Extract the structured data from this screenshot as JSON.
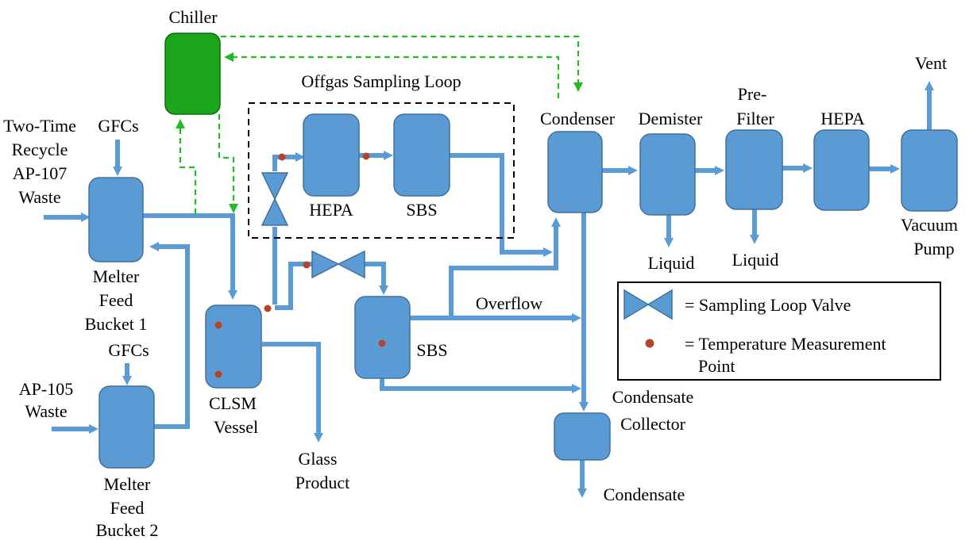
{
  "labels": {
    "chiller": "Chiller",
    "offgas_loop": "Offgas Sampling Loop",
    "two_time_1": "Two-Time",
    "two_time_2": "Recycle",
    "two_time_3": "AP-107",
    "two_time_4": "Waste",
    "gfcs_top": "GFCs",
    "gfcs_bottom": "GFCs",
    "ap105_1": "AP-105",
    "ap105_2": "Waste",
    "mfb1_1": "Melter",
    "mfb1_2": "Feed",
    "mfb1_3": "Bucket 1",
    "mfb2_1": "Melter",
    "mfb2_2": "Feed",
    "mfb2_3": "Bucket 2",
    "clsm_1": "CLSM",
    "clsm_2": "Vessel",
    "glass_1": "Glass",
    "glass_2": "Product",
    "hepa_loop": "HEPA",
    "sbs_loop": "SBS",
    "sbs_main": "SBS",
    "overflow": "Overflow",
    "condenser": "Condenser",
    "demister": "Demister",
    "prefilter_1": "Pre-",
    "prefilter_2": "Filter",
    "hepa_main": "HEPA",
    "vent": "Vent",
    "vacuum_1": "Vacuum",
    "vacuum_2": "Pump",
    "liquid_1": "Liquid",
    "liquid_2": "Liquid",
    "condensate_collector_1": "Condensate",
    "condensate_collector_2": "Collector",
    "condensate": "Condensate"
  },
  "legend": {
    "valve": "= Sampling Loop Valve",
    "temp_1": "= Temperature Measurement",
    "temp_2": "Point"
  },
  "colors": {
    "equipment": "#5b9bd5",
    "equipment_outline": "#41719c",
    "chiller": "#1aa51a",
    "control_line": "#22bb22",
    "temperature_point": "#b5452a"
  }
}
